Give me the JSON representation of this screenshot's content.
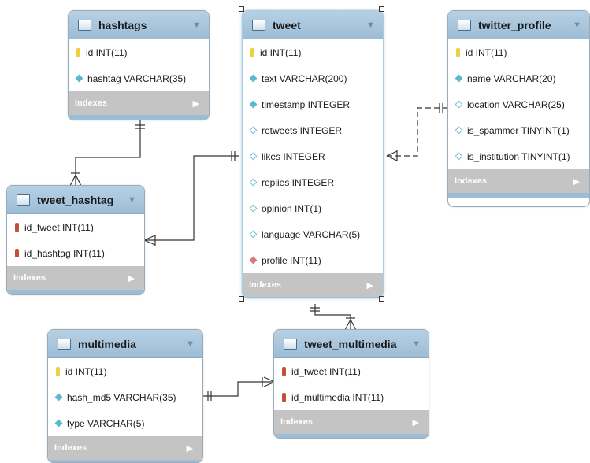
{
  "tables": {
    "hashtags": {
      "title": "hashtags",
      "fields": [
        {
          "text": "id INT(11)",
          "icon": "primary-key-icon"
        },
        {
          "text": "hashtag VARCHAR(35)",
          "icon": "not-null-column-icon"
        }
      ],
      "indexes_label": "Indexes"
    },
    "tweet": {
      "title": "tweet",
      "fields": [
        {
          "text": "id INT(11)",
          "icon": "primary-key-icon"
        },
        {
          "text": "text VARCHAR(200)",
          "icon": "not-null-column-icon"
        },
        {
          "text": "timestamp INTEGER",
          "icon": "not-null-column-icon"
        },
        {
          "text": "retweets INTEGER",
          "icon": "nullable-column-icon"
        },
        {
          "text": "likes INTEGER",
          "icon": "nullable-column-icon"
        },
        {
          "text": "replies INTEGER",
          "icon": "nullable-column-icon"
        },
        {
          "text": "opinion INT(1)",
          "icon": "nullable-column-icon"
        },
        {
          "text": "language VARCHAR(5)",
          "icon": "nullable-column-icon"
        },
        {
          "text": "profile INT(11)",
          "icon": "foreign-key-column-icon"
        }
      ],
      "indexes_label": "Indexes"
    },
    "twitter_profile": {
      "title": "twitter_profile",
      "fields": [
        {
          "text": "id INT(11)",
          "icon": "primary-key-icon"
        },
        {
          "text": "name VARCHAR(20)",
          "icon": "not-null-column-icon"
        },
        {
          "text": "location VARCHAR(25)",
          "icon": "nullable-column-icon"
        },
        {
          "text": "is_spammer TINYINT(1)",
          "icon": "nullable-column-icon"
        },
        {
          "text": "is_institution TINYINT(1)",
          "icon": "nullable-column-icon"
        }
      ],
      "indexes_label": "Indexes"
    },
    "tweet_hashtag": {
      "title": "tweet_hashtag",
      "fields": [
        {
          "text": "id_tweet INT(11)",
          "icon": "foreign-primary-key-icon"
        },
        {
          "text": "id_hashtag INT(11)",
          "icon": "foreign-primary-key-icon"
        }
      ],
      "indexes_label": "Indexes"
    },
    "multimedia": {
      "title": "multimedia",
      "fields": [
        {
          "text": "id INT(11)",
          "icon": "primary-key-icon"
        },
        {
          "text": "hash_md5 VARCHAR(35)",
          "icon": "not-null-column-icon"
        },
        {
          "text": "type VARCHAR(5)",
          "icon": "not-null-column-icon"
        }
      ],
      "indexes_label": "Indexes"
    },
    "tweet_multimedia": {
      "title": "tweet_multimedia",
      "fields": [
        {
          "text": "id_tweet INT(11)",
          "icon": "foreign-primary-key-icon"
        },
        {
          "text": "id_multimedia INT(11)",
          "icon": "foreign-primary-key-icon"
        }
      ],
      "indexes_label": "Indexes"
    }
  },
  "colors": {
    "header": "#9cbdd6",
    "indexes_bar": "#c4c4c4",
    "primary_key": "#ecd03e",
    "foreign_key": "#c5503a",
    "column": "#5ab9cd",
    "connector": "#333333"
  }
}
